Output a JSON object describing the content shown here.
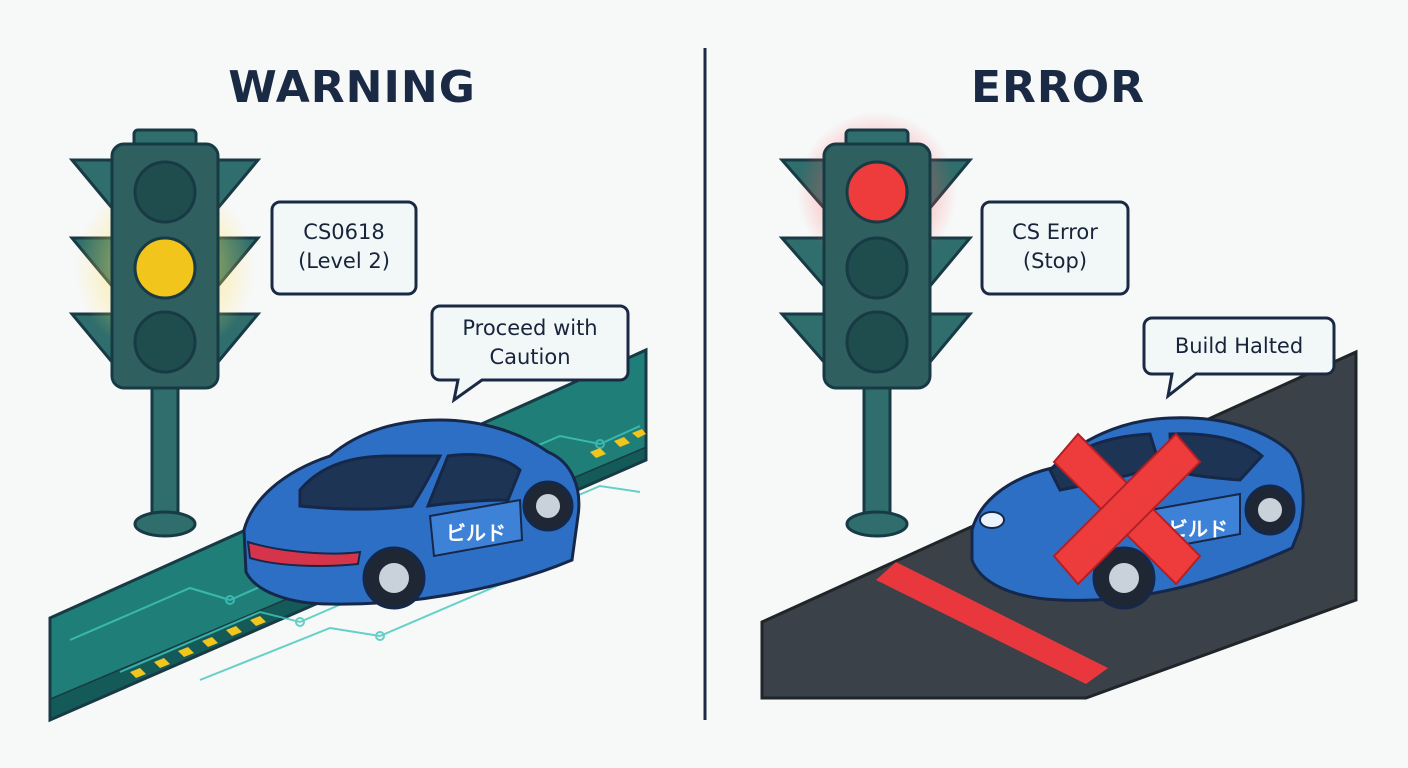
{
  "panels": {
    "warning": {
      "title": "WARNING",
      "code_bubble": [
        "CS0618",
        "(Level 2)"
      ],
      "action_bubble": [
        "Proceed with",
        "Caution"
      ],
      "car_label": "ビルド",
      "active_light": "yellow"
    },
    "error": {
      "title": "ERROR",
      "code_bubble": [
        "CS Error",
        "(Stop)"
      ],
      "action_bubble": [
        "Build Halted"
      ],
      "car_label": "ビルド",
      "active_light": "red"
    }
  },
  "colors": {
    "navy": "#1b2a44",
    "teal_signal": "#2f5f5e",
    "amber": "#f2c51c",
    "red": "#ee3b3b",
    "car_blue": "#2e6fc6",
    "green_road": "#1f7f78",
    "dark_road": "#3a4148"
  }
}
